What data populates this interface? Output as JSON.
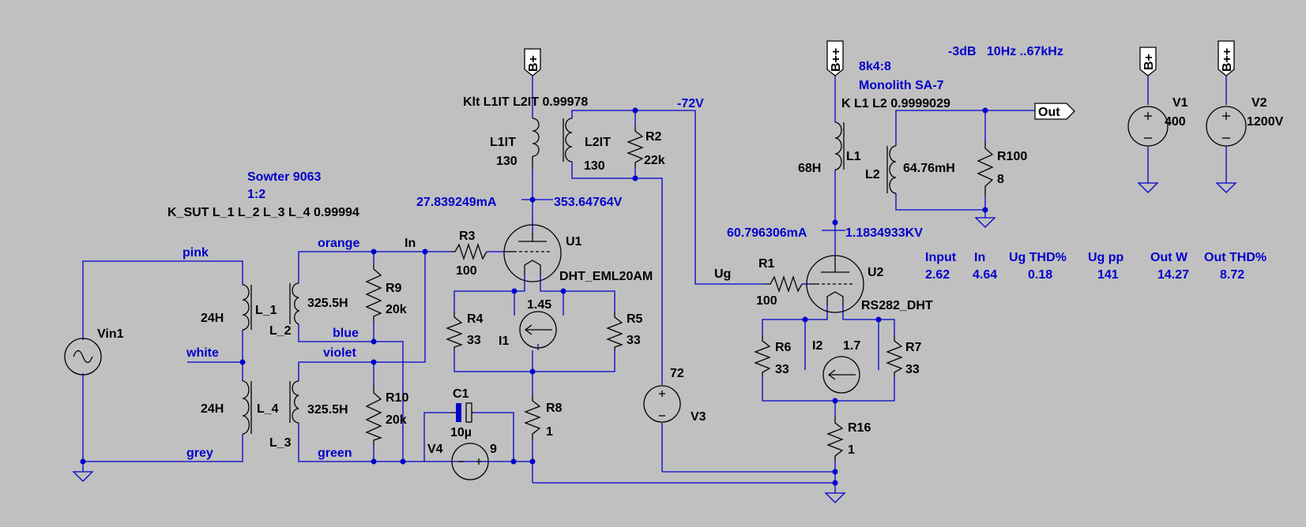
{
  "colors": {
    "background": "#c0c0c0",
    "wire": "#0000cc",
    "component": "#000000",
    "label": "#0000cc"
  },
  "annotations": {
    "sowter_model": "Sowter 9063",
    "sowter_ratio": "1:2",
    "k_sut": "K_SUT L_1 L_2 L_3 L_4 0.99994",
    "k_it": "Klt L1IT L2IT 0.99978",
    "out_ratio": "8k4:8",
    "out_model": "Monolith SA-7",
    "k_out": "K L1 L2 0.9999029",
    "bandwidth": "-3dB   10Hz ..67kHz",
    "u1_current": "27.839249mA",
    "u1_voltage": "353.64764V",
    "u2_current": "60.796306mA",
    "u2_voltage": "1.1834933KV",
    "bias_voltage": "-72V"
  },
  "nets": {
    "pink": "pink",
    "white": "white",
    "grey": "grey",
    "orange": "orange",
    "blue": "blue",
    "violet": "violet",
    "green": "green",
    "in": "In",
    "ug": "Ug",
    "out": "Out"
  },
  "power": {
    "b_plus": "B+",
    "b_plus_plus": "B++"
  },
  "components": {
    "vin1": "Vin1",
    "l_1": "L_1",
    "l_1_val": "24H",
    "l_2": "L_2",
    "l_2_val": "325.5H",
    "l_3": "L_3",
    "l_3_val": "325.5H",
    "l_4": "L_4",
    "l_4_val": "24H",
    "r9": "R9",
    "r9_val": "20k",
    "r10": "R10",
    "r10_val": "20k",
    "r3": "R3",
    "r3_val": "100",
    "u1": "U1",
    "u1_model": "DHT_EML20AM",
    "l1it": "L1IT",
    "l1it_val": "130",
    "l2it": "L2IT",
    "l2it_val": "130",
    "r2": "R2",
    "r2_val": "22k",
    "i1": "I1",
    "i1_val": "1.45",
    "r4": "R4",
    "r4_val": "33",
    "r5": "R5",
    "r5_val": "33",
    "r8": "R8",
    "r8_val": "1",
    "c1": "C1",
    "c1_val": "10µ",
    "v4": "V4",
    "v4_val": "9",
    "v3": "V3",
    "v3_val": "72",
    "r1": "R1",
    "r1_val": "100",
    "u2": "U2",
    "u2_model": "RS282_DHT",
    "l1": "L1",
    "l1_val": "68H",
    "l2": "L2",
    "l2_val": "64.76mH",
    "r100": "R100",
    "r100_val": "8",
    "i2": "I2",
    "i2_val": "1.7",
    "r6": "R6",
    "r6_val": "33",
    "r7": "R7",
    "r7_val": "33",
    "r16": "R16",
    "r16_val": "1",
    "v1": "V1",
    "v1_val": "400",
    "v2": "V2",
    "v2_val": "1200V"
  },
  "measurements": {
    "headers": [
      "Input",
      "In",
      "Ug THD%",
      "Ug pp",
      "Out W",
      "Out THD%"
    ],
    "values": [
      "2.62",
      "4.64",
      "0.18",
      "141",
      "14.27",
      "8.72"
    ]
  }
}
